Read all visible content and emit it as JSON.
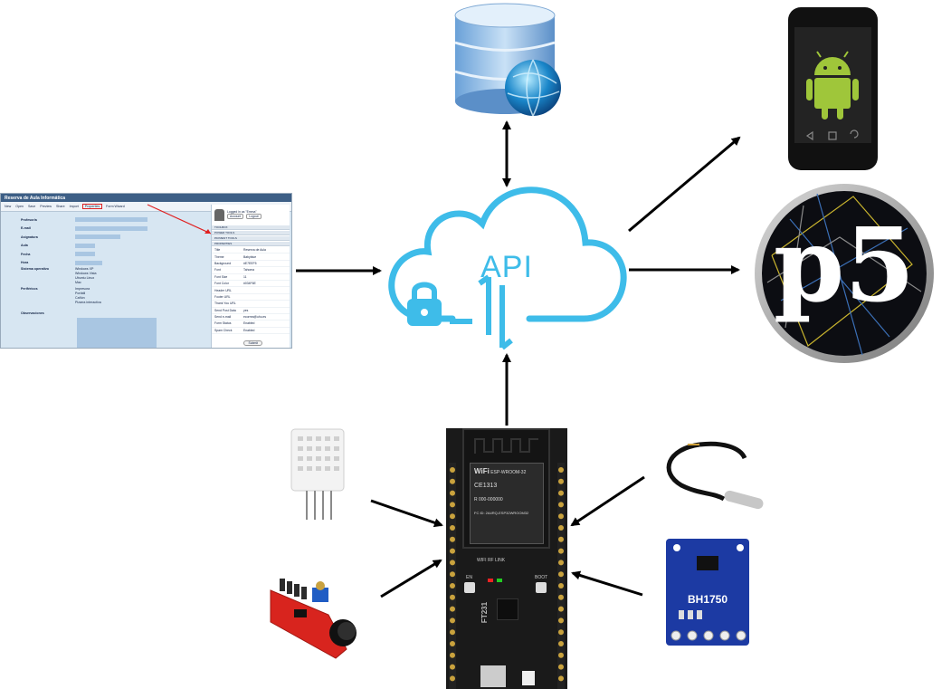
{
  "cloud": {
    "label": "API"
  },
  "form": {
    "title": "Reserva de Aula Informática",
    "toolbar": [
      "New",
      "Open",
      "Save",
      "Preview",
      "Share",
      "Import",
      "Properties",
      "Form Wizard"
    ],
    "fields": [
      "Profesor/a",
      "E-mail",
      "Asignatura",
      "Aula",
      "Fecha",
      "Hora",
      "Sistema operativo",
      "Periféricos",
      "Observaciones"
    ],
    "os_options": [
      "Windows XP",
      "Windows Vista",
      "Ubuntu Linux",
      "Mac"
    ],
    "peripheral_options": [
      "Impresora",
      "Portátil",
      "Cañón",
      "Pizarra interactiva"
    ],
    "user": "Logged in as \"Emma\"",
    "user_buttons": [
      "Account",
      "Logout"
    ],
    "panels": [
      "TOOLBOX",
      "POWER TOOLS",
      "PAYMENT TOOLS",
      "PROPERTIES"
    ],
    "properties": [
      [
        "Title",
        "Reserva de Aula"
      ],
      [
        "Theme",
        "Babyblue"
      ],
      [
        "Background",
        "#E7EEF5"
      ],
      [
        "Font",
        "Tahoma"
      ],
      [
        "Font Size",
        "11"
      ],
      [
        "Font Color",
        "#034F6E"
      ],
      [
        "Header URL",
        ""
      ],
      [
        "Footer URL",
        ""
      ],
      [
        "Thank You URL",
        ""
      ],
      [
        "Send Post Data",
        "yes"
      ],
      [
        "Send e-mail",
        "ecorrea@uhu.es"
      ],
      [
        "Form Status",
        "Enabled"
      ],
      [
        "Spam Check",
        "Enabled"
      ]
    ],
    "submit": "Submit"
  },
  "esp": {
    "wifi": "WiFi",
    "model": "ESP-WROOM-32",
    "ce": "CE1313",
    "r": "R 000-000000",
    "fcc": "FC ID: 2A4RQ-ESP32WROOM32",
    "rf": "WIFI RF LINK",
    "en": "EN",
    "boot": "BOOT",
    "chip": "FT231"
  },
  "sensors": {
    "light": "BH1750",
    "p5": "p5"
  }
}
